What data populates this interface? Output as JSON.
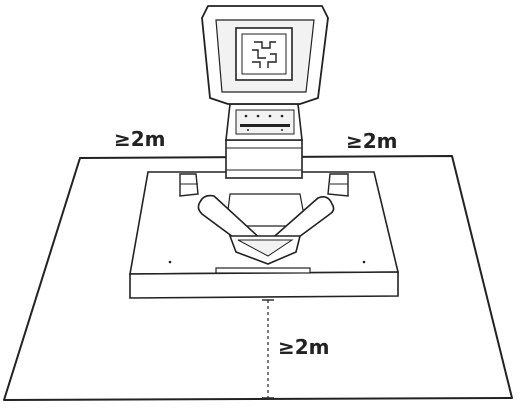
{
  "diagram": {
    "labels": {
      "clearance_left": "≥2m",
      "clearance_right": "≥2m",
      "clearance_front": "≥2m"
    },
    "colors": {
      "stroke": "#222222",
      "fill": "#ffffff",
      "panel": "#f2f2f2"
    }
  }
}
